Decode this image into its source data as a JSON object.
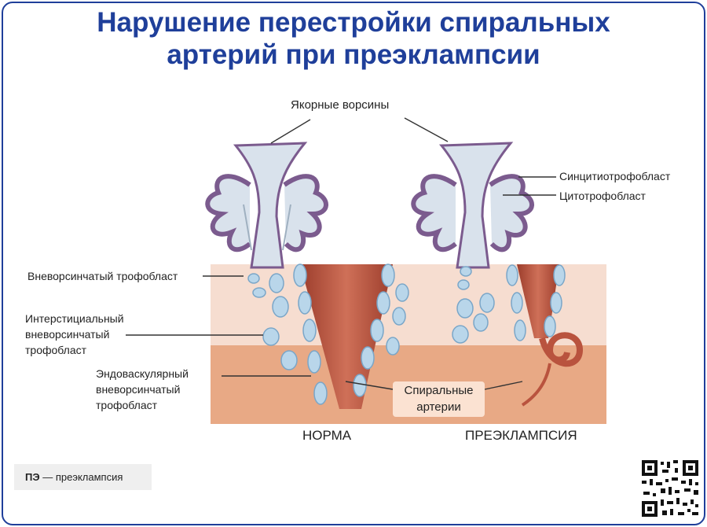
{
  "title": {
    "line1": "Нарушение перестройки спиральных",
    "line2": "артерий при преэклампсии"
  },
  "labels": {
    "anchor_villi": "Якорные ворсины",
    "syncytiotrophoblast": "Синцитиотрофобласт",
    "cytotrophoblast": "Цитотрофобласт",
    "extravillous": "Вневорсинчатый трофобласт",
    "interstitial": [
      "Интерстициальный",
      "вневорсинчатый",
      "трофобласт"
    ],
    "endovascular": [
      "Эндоваскулярный",
      "вневорсинчатый",
      "трофобласт"
    ],
    "spiral_arteries": [
      "Спиральные",
      "артерии"
    ],
    "normal": "НОРМА",
    "preeclampsia": "ПРЕЭКЛАМПСИЯ"
  },
  "footer": {
    "abbr": "ПЭ",
    "text": " — преэклампсия"
  },
  "colors": {
    "title": "#1f3f9a",
    "decidua_upper": "#f6ddd0",
    "decidua_lower": "#e8a985",
    "artery": "#b9533e",
    "trophoblast": "#b9d6ea",
    "villus_border": "#7b5b8e"
  },
  "icons": [
    "qr-code-icon"
  ]
}
